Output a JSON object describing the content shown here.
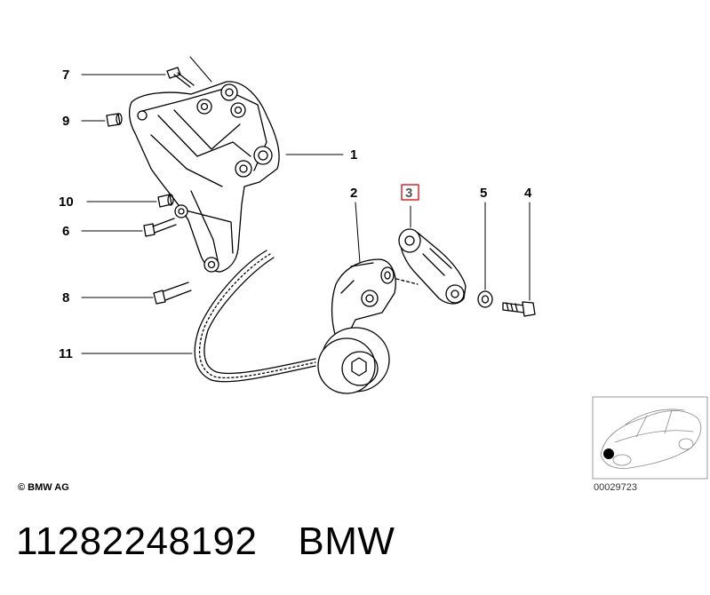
{
  "callouts": {
    "c1": "1",
    "c2": "2",
    "c3": "3",
    "c4": "4",
    "c5": "5",
    "c6": "6",
    "c7": "7",
    "c8": "8",
    "c9": "9",
    "c10": "10",
    "c11": "11"
  },
  "highlighted_callout": "3",
  "copyright": "© BMW AG",
  "thumbnail": {
    "image_id": "00029723"
  },
  "caption": {
    "part_number": "11282248192",
    "brand": "BMW"
  },
  "colors": {
    "line": "#000000",
    "highlight": "#d9262e",
    "thumb_border": "#999999"
  }
}
